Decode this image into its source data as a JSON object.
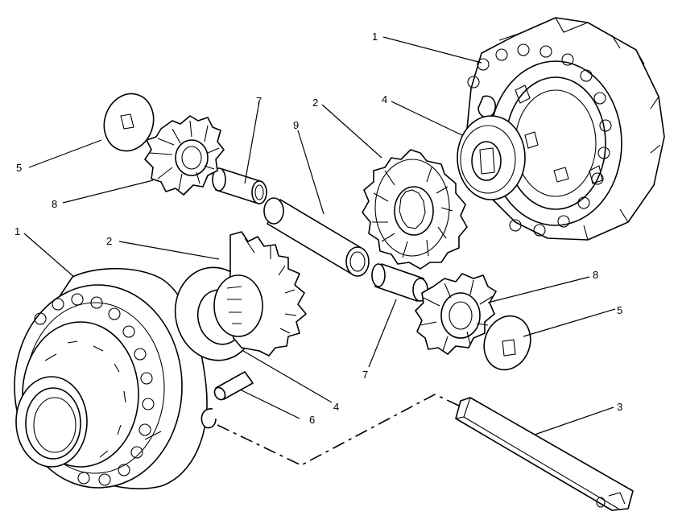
{
  "callouts": {
    "case_half_upper": "1",
    "case_half_lower": "1",
    "side_gear_upper": "2",
    "side_gear_lower": "2",
    "cross_shaft": "3",
    "thrust_washer_upper": "4",
    "thrust_washer_lower": "4",
    "pinion_washer_left": "5",
    "pinion_washer_right": "5",
    "lock_pin": "6",
    "bushing_upper": "7",
    "bushing_lower": "7",
    "pinion_gear_left": "8",
    "pinion_gear_right": "8",
    "spacer_tube": "9"
  }
}
